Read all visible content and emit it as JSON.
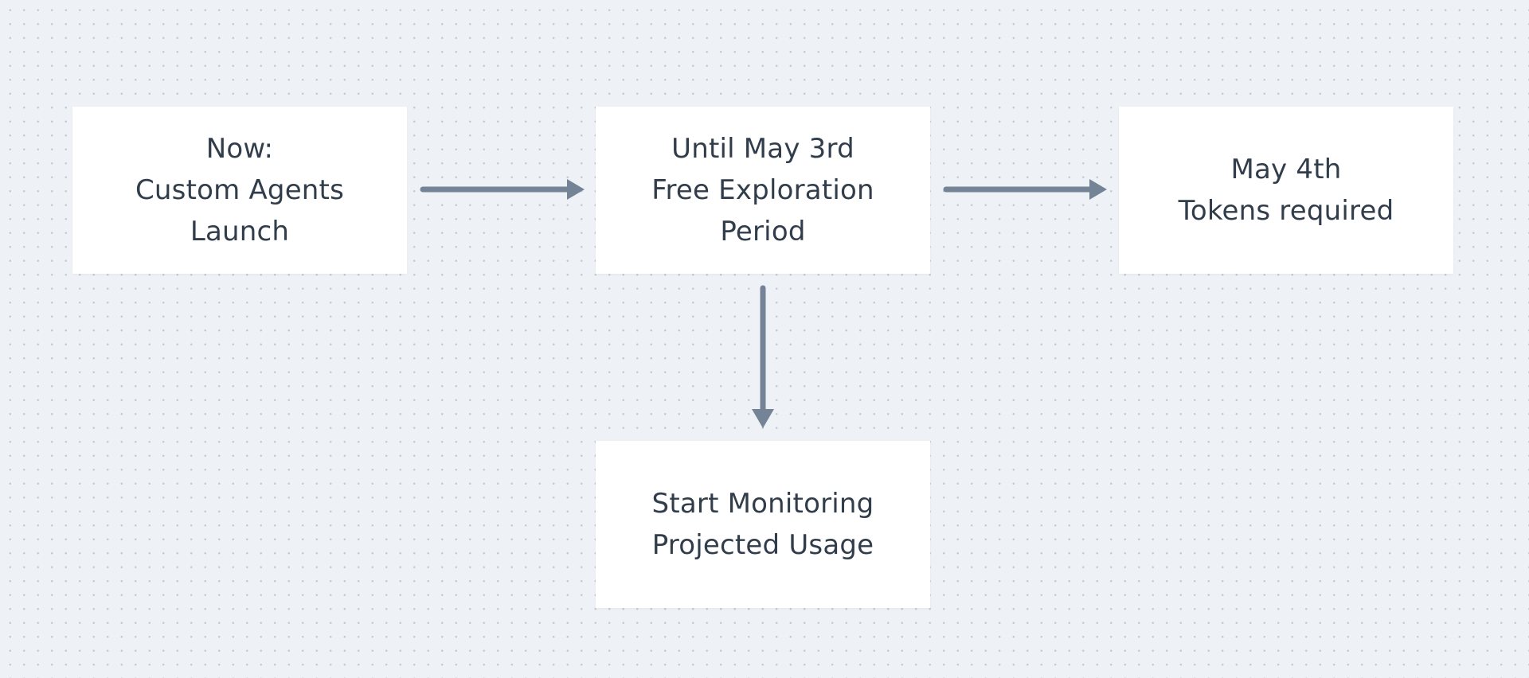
{
  "diagram": {
    "nodes": [
      {
        "id": "now",
        "lines": [
          "Now:",
          "Custom Agents",
          "Launch"
        ]
      },
      {
        "id": "until",
        "lines": [
          "Until May 3rd",
          "Free Exploration",
          "Period"
        ]
      },
      {
        "id": "may4",
        "lines": [
          "May 4th",
          "Tokens required"
        ]
      },
      {
        "id": "monitor",
        "lines": [
          "Start Monitoring",
          "Projected Usage"
        ]
      }
    ],
    "edges": [
      {
        "from": "now",
        "to": "until"
      },
      {
        "from": "until",
        "to": "may4"
      },
      {
        "from": "until",
        "to": "monitor"
      }
    ]
  },
  "colors": {
    "background": "#eef2f6",
    "node_fill": "#ffffff",
    "text": "#323d4b",
    "arrow": "#758396"
  }
}
